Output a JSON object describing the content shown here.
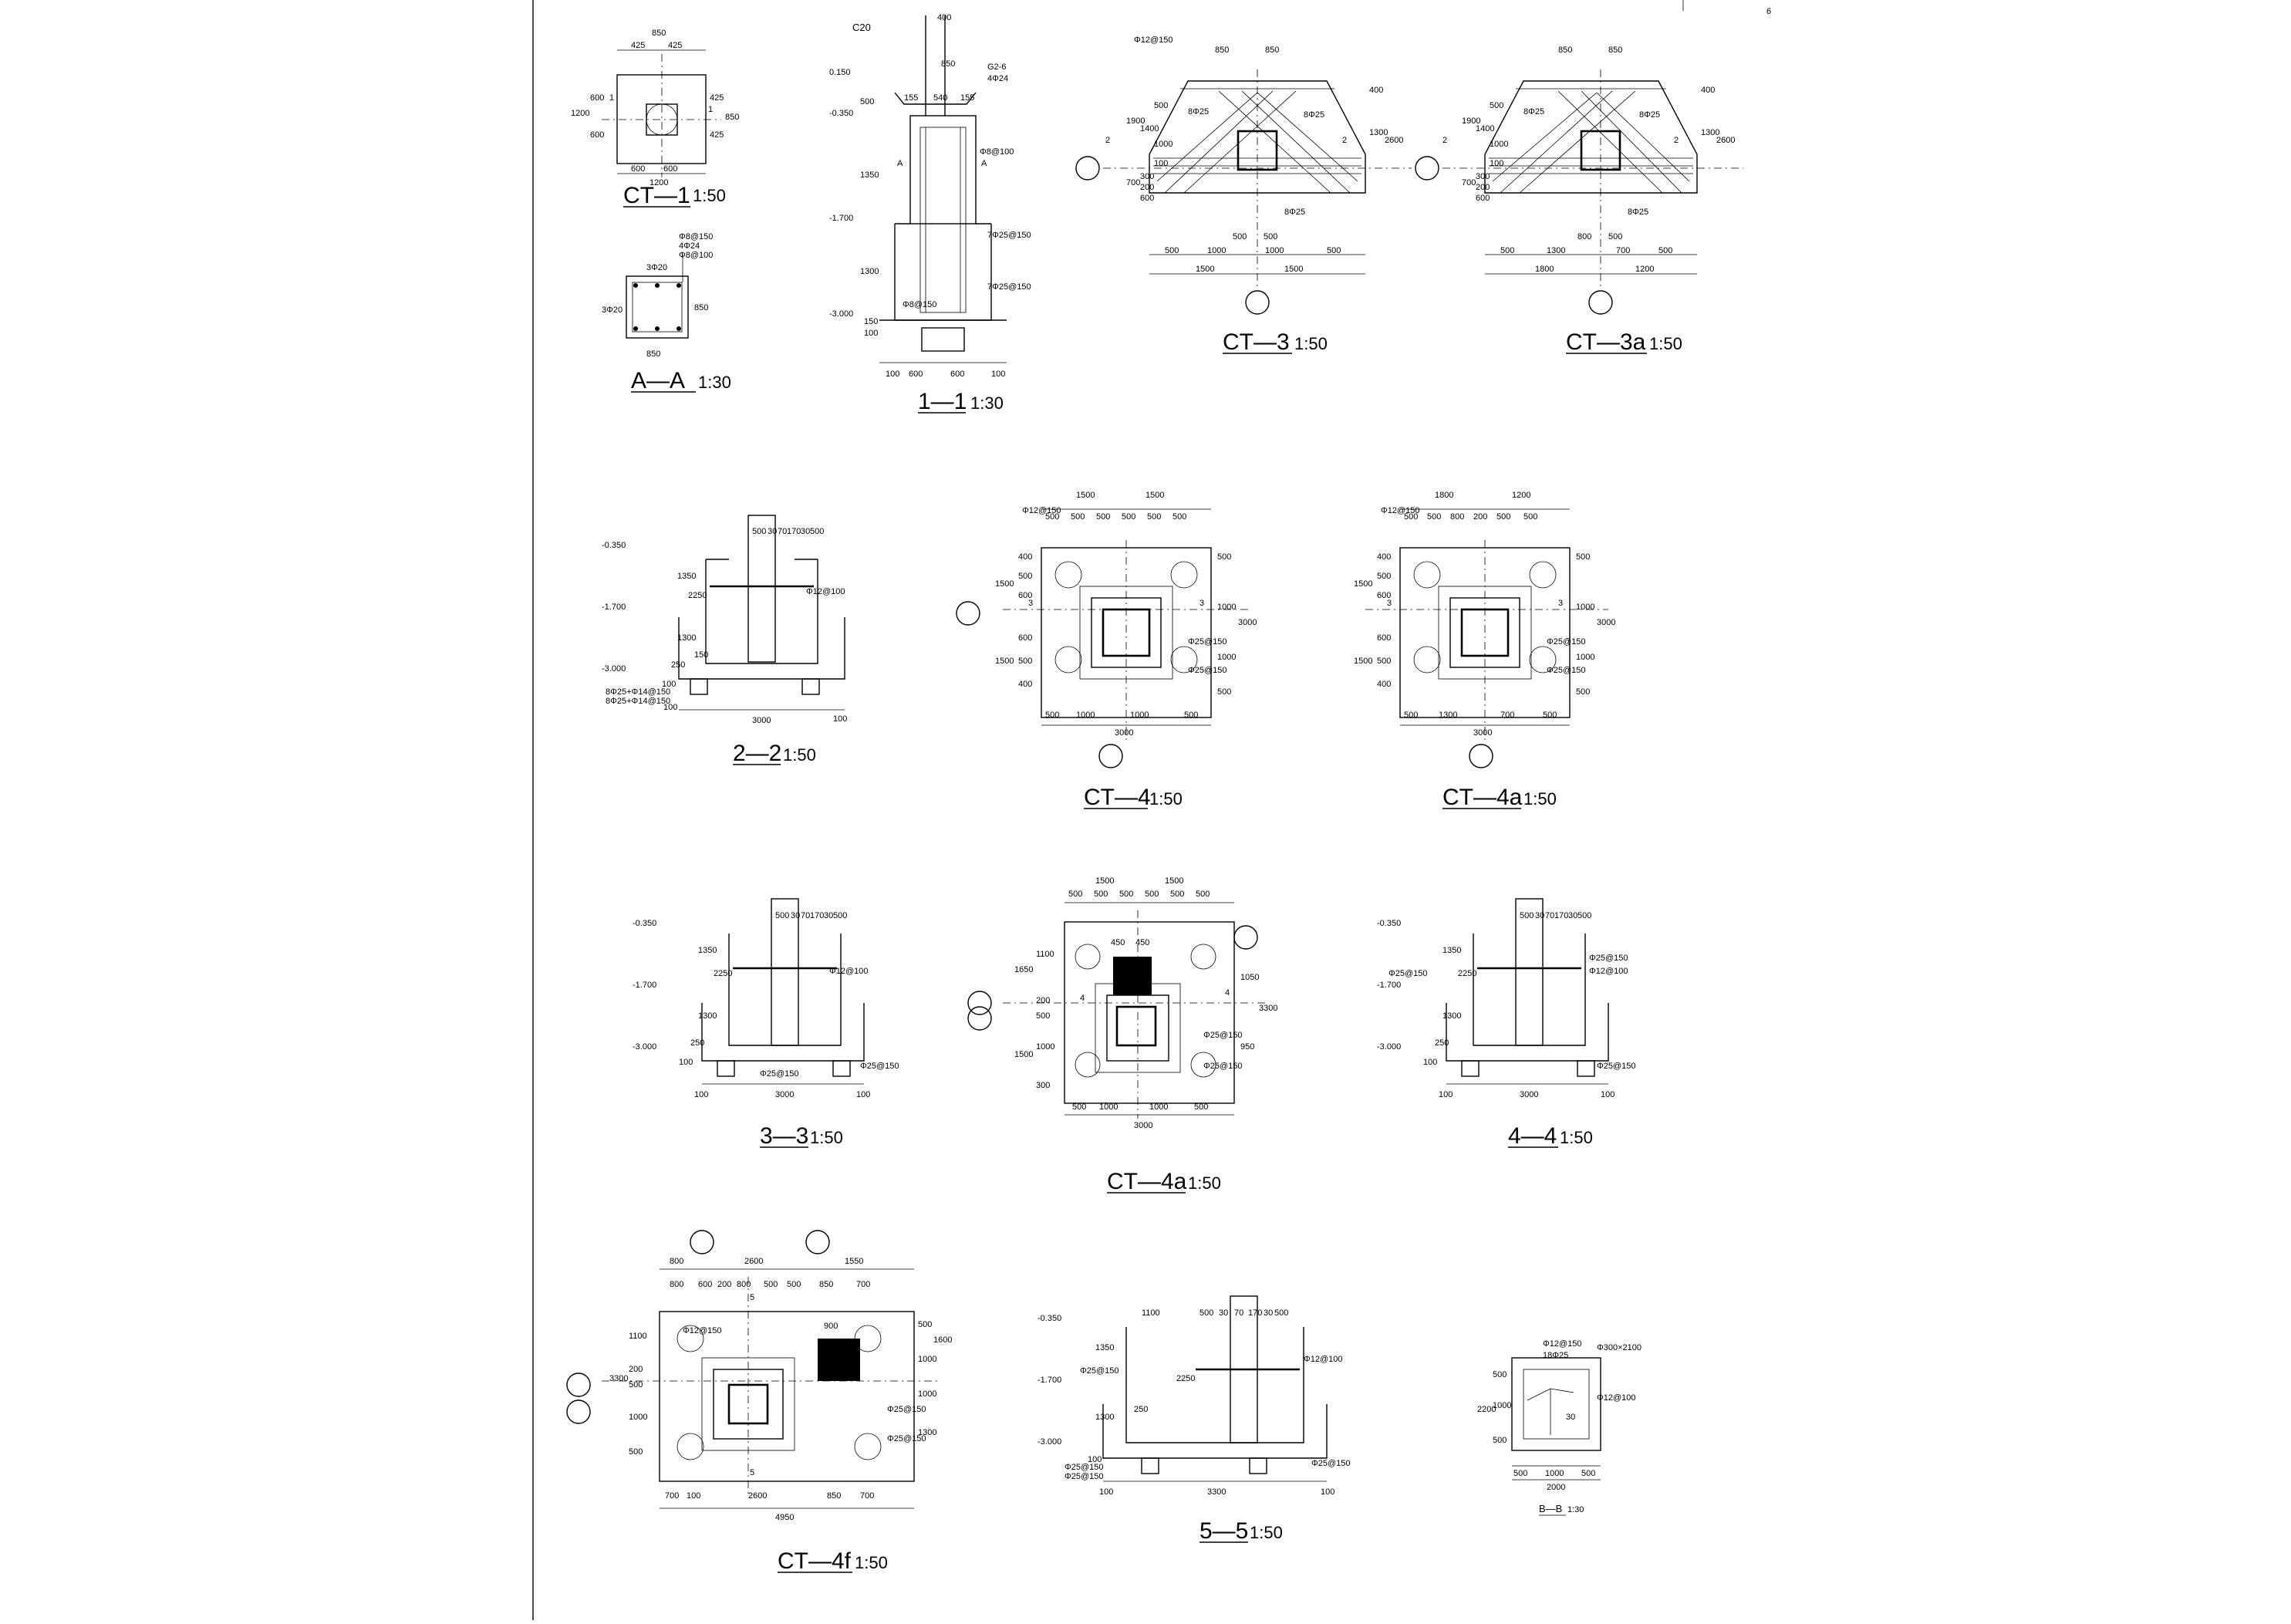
{
  "sheet": {
    "corner_mark": "6"
  },
  "ct1": {
    "title": "CT—1",
    "scale": "1:50",
    "dims_top": [
      "850",
      "425",
      "425"
    ],
    "dims_bottom": [
      "600",
      "600",
      "1200"
    ],
    "dims_left": [
      "1200",
      "600",
      "600"
    ],
    "dims_right": [
      "425",
      "425",
      "850"
    ],
    "axis": "1"
  },
  "aa": {
    "title": "A—A",
    "scale": "1:30",
    "notes": [
      "Φ8@150",
      "4Φ24",
      "Φ8@100"
    ],
    "dims": [
      "3Φ20",
      "3Φ20",
      "850",
      "850"
    ]
  },
  "s11": {
    "title": "1—1",
    "scale": "1:30",
    "concrete": "C20",
    "note_top": "400",
    "col": "850",
    "labels": [
      "0.150",
      "-0.350",
      "-1.700",
      "-3.000",
      "G2-6",
      "4Φ24",
      "Φ8@100",
      "7Φ25@150",
      "7Φ25@150",
      "Φ8@150"
    ],
    "heights": [
      "500",
      "1350",
      "1300",
      "150",
      "100"
    ],
    "dims_bottom": [
      "100",
      "600",
      "600",
      "100"
    ],
    "dims_top": [
      "155",
      "540",
      "155"
    ],
    "cut": "A"
  },
  "ct3": {
    "title": "CT—3",
    "scale": "1:50",
    "dims_top": [
      "850",
      "850"
    ],
    "dims_inner": [
      "500",
      "500"
    ],
    "dims_bottom": [
      "500",
      "1000",
      "1000",
      "500"
    ],
    "dims_total": [
      "1500",
      "1500"
    ],
    "left": [
      "1900",
      "1400",
      "500",
      "1000",
      "700",
      "300",
      "200",
      "600",
      "100"
    ],
    "right": [
      "400",
      "1300",
      "2600"
    ],
    "notes": [
      "8Φ25",
      "8Φ25",
      "8Φ25",
      "Φ12@150"
    ],
    "axis": "2"
  },
  "ct3a": {
    "title": "CT—3a",
    "scale": "1:50",
    "dims_top": [
      "850",
      "850"
    ],
    "dims_inner": [
      "800",
      "500"
    ],
    "dims_bottom": [
      "500",
      "1300",
      "700",
      "500"
    ],
    "dims_total": [
      "1800",
      "1200"
    ],
    "left": [
      "1900",
      "1400",
      "500",
      "1000",
      "700",
      "300",
      "200",
      "600",
      "100"
    ],
    "right": [
      "400",
      "1300",
      "2600"
    ],
    "notes": [
      "8Φ25",
      "8Φ25",
      "8Φ25"
    ],
    "axis": "2"
  },
  "s22": {
    "title": "2—2",
    "scale": "1:50",
    "top": [
      "500",
      "30",
      "70",
      "170",
      "30",
      "500"
    ],
    "levels": [
      "-0.350",
      "-1.700",
      "-3.000"
    ],
    "heights": [
      "1350",
      "2250",
      "1300",
      "250",
      "100",
      "150"
    ],
    "notes": [
      "Φ12@100",
      "8Φ25+Φ14@150",
      "8Φ25+Φ14@150"
    ],
    "dims_bottom": [
      "100",
      "3000",
      "100"
    ]
  },
  "ct4": {
    "title": "CT—4",
    "scale": "1:50",
    "dims_top": [
      "1500",
      "1500"
    ],
    "dims_top2": [
      "500",
      "500",
      "500",
      "500",
      "500",
      "500"
    ],
    "dims_bottom": [
      "500",
      "1000",
      "1000",
      "500"
    ],
    "dims_total": "3000",
    "left": [
      "1500",
      "1500",
      "400",
      "500",
      "600",
      "600",
      "500",
      "400"
    ],
    "right": [
      "500",
      "1000",
      "1000",
      "500",
      "3000"
    ],
    "notes": [
      "Φ12@150",
      "Φ25@150"
    ],
    "axis": "3"
  },
  "ct4a": {
    "title": "CT—4a",
    "scale": "1:50",
    "dims_top": [
      "1800",
      "1200"
    ],
    "dims_top2": [
      "500",
      "500",
      "800",
      "200",
      "500",
      "500"
    ],
    "dims_bottom": [
      "500",
      "1300",
      "700",
      "500"
    ],
    "dims_total": "3000",
    "left": [
      "1500",
      "1500",
      "400",
      "500",
      "600",
      "600",
      "500",
      "400"
    ],
    "right": [
      "500",
      "1000",
      "1000",
      "500",
      "3000"
    ],
    "notes": [
      "Φ12@150",
      "Φ25@150"
    ],
    "axis": "3"
  },
  "s33": {
    "title": "3—3",
    "scale": "1:50",
    "top": [
      "500",
      "30",
      "70",
      "170",
      "30",
      "500"
    ],
    "levels": [
      "-0.350",
      "-1.700",
      "-3.000"
    ],
    "heights": [
      "1350",
      "2250",
      "1300",
      "250",
      "100"
    ],
    "notes": [
      "Φ12@100",
      "Φ25@150",
      "Φ25@150"
    ],
    "dims_bottom": [
      "100",
      "3000",
      "100"
    ]
  },
  "ct4b": {
    "title": "CT—4a",
    "scale": "1:50",
    "dims_top": [
      "1500",
      "1500"
    ],
    "dims_top2": [
      "500",
      "500",
      "500",
      "500",
      "500",
      "500"
    ],
    "inner": [
      "450",
      "450"
    ],
    "dims_bottom": [
      "500",
      "1000",
      "1000",
      "500"
    ],
    "dims_total": "3000",
    "left": [
      "1650",
      "1100",
      "200",
      "500",
      "1500",
      "1000",
      "300"
    ],
    "right": [
      "1050",
      "950",
      "3300"
    ],
    "notes": [
      "Φ25@150",
      "Φ25@150"
    ],
    "axis": "4"
  },
  "s44": {
    "title": "4—4",
    "scale": "1:50",
    "top": [
      "500",
      "30",
      "70",
      "170",
      "30",
      "500"
    ],
    "levels": [
      "-0.350",
      "-1.700",
      "-3.000"
    ],
    "heights": [
      "1350",
      "2250",
      "1300",
      "250",
      "100"
    ],
    "notes": [
      "Φ25@150",
      "Φ12@100",
      "Φ25@150",
      "Φ25@150"
    ],
    "dims_bottom": [
      "100",
      "3000",
      "100"
    ]
  },
  "ct4f": {
    "title": "CT—4f",
    "scale": "1:50",
    "dims_top": [
      "800",
      "2600",
      "1550"
    ],
    "dims_top2": [
      "800",
      "600",
      "200",
      "800",
      "500",
      "500",
      "850",
      "700"
    ],
    "dims_bottom": [
      "700",
      "100",
      "2600",
      "850",
      "700"
    ],
    "dims_total": "4950",
    "left": [
      "3300",
      "1100",
      "200",
      "500",
      "1000",
      "500"
    ],
    "right": [
      "500",
      "1000",
      "1600",
      "1000",
      "1300"
    ],
    "inner": [
      "900"
    ],
    "notes": [
      "Φ12@150",
      "Φ25@150",
      "Φ25@150"
    ],
    "axis": "5"
  },
  "s55": {
    "title": "5—5",
    "scale": "1:50",
    "top": [
      "1100",
      "500",
      "30",
      "70",
      "170",
      "30",
      "500"
    ],
    "levels": [
      "-0.350",
      "-1.700",
      "-3.000"
    ],
    "heights": [
      "1350",
      "2250",
      "1300",
      "250",
      "100"
    ],
    "notes": [
      "Φ25@150",
      "Φ12@100",
      "Φ25@150",
      "Φ25@150",
      "Φ25@150"
    ],
    "dims_bottom": [
      "100",
      "3300",
      "100"
    ]
  },
  "bb": {
    "title": "B—B",
    "scale": "1:30",
    "notes": [
      "Φ12@150",
      "Φ300×2100",
      "18Φ25",
      "Φ12@100",
      "30"
    ],
    "left": [
      "2200",
      "500",
      "1000",
      "500"
    ],
    "dims_bottom": [
      "500",
      "1000",
      "500",
      "2000"
    ]
  }
}
